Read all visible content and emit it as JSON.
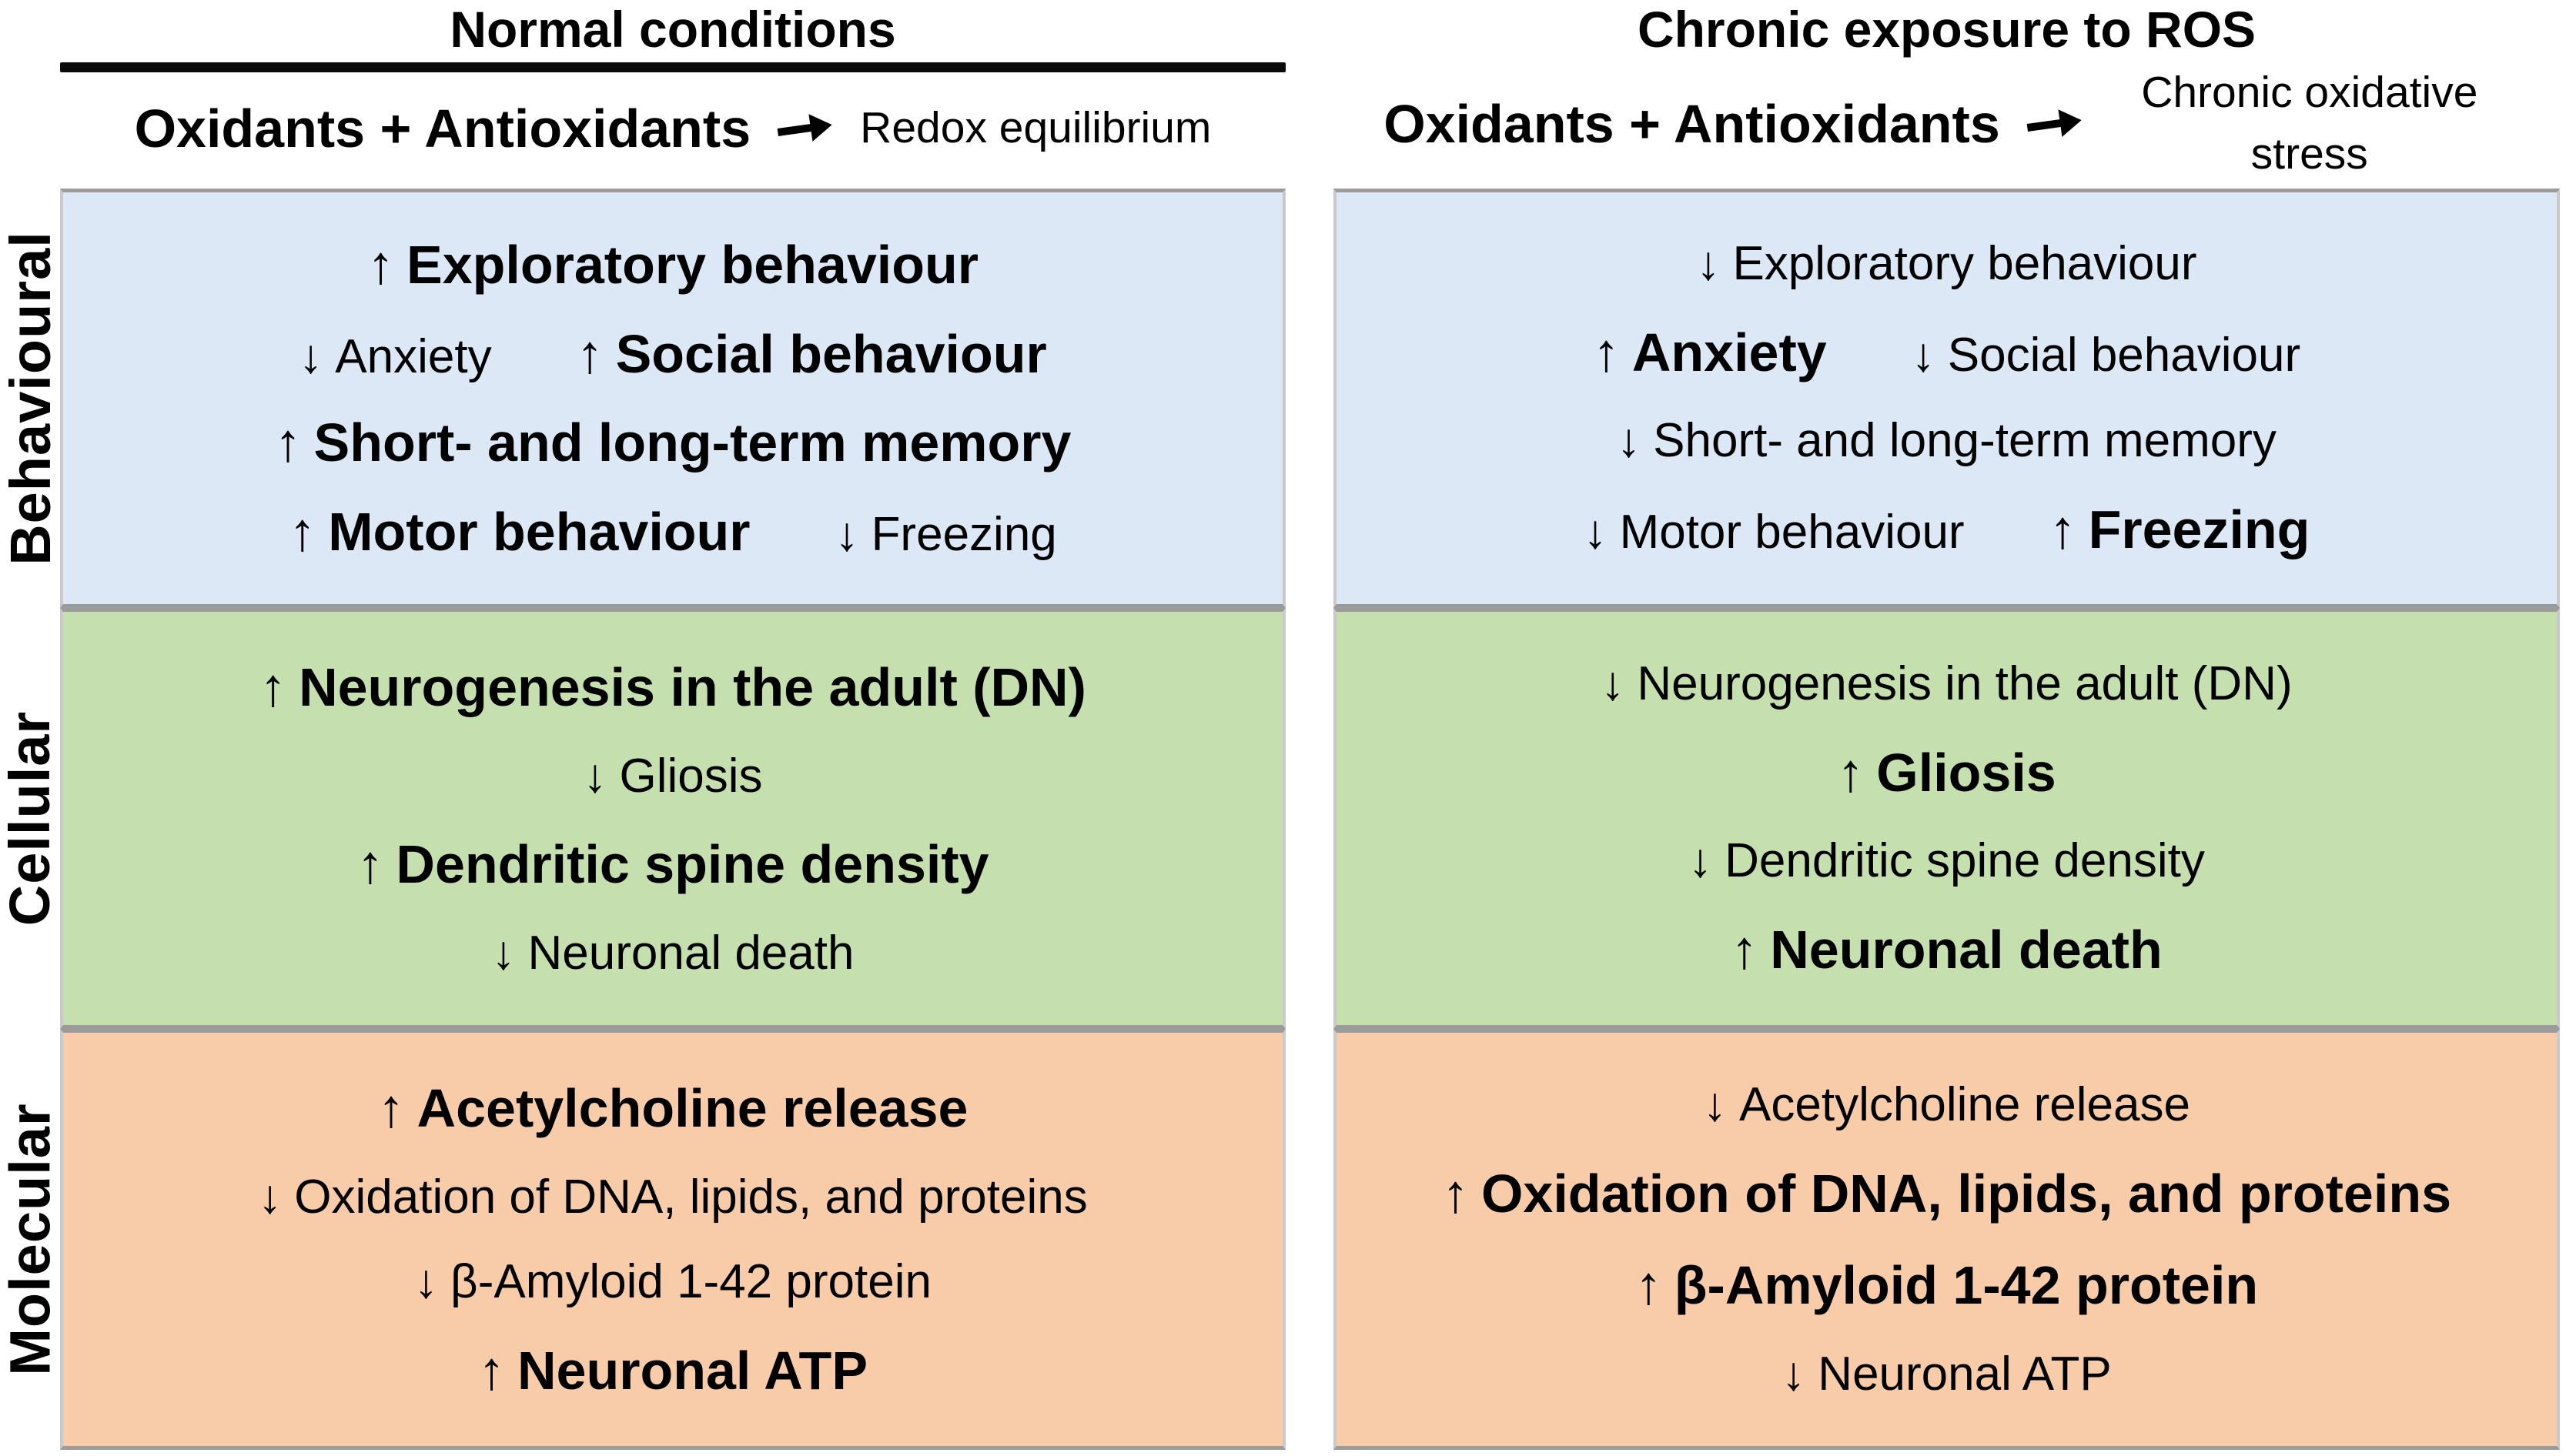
{
  "colors": {
    "behavioural_bg": "#dce8f5",
    "cellular_bg": "#c6dfae",
    "molecular_bg": "#f8cca8",
    "section_border": "#9b9b9b",
    "title_rule": "#0a0a0a",
    "text": "#000000"
  },
  "side_labels": {
    "behavioural": "Behavioural",
    "cellular": "Cellular",
    "molecular": "Molecular"
  },
  "panels": [
    {
      "title": "Normal conditions",
      "equation": {
        "lhs": "Oxidants + Antioxidants",
        "arrow_icon": "right-arrow",
        "rhs": "Redox equilibrium"
      },
      "sections": [
        {
          "name": "behavioural",
          "rows": [
            {
              "items": [
                {
                  "arrow": "↑",
                  "weight": "bold",
                  "text": "Exploratory behaviour"
                }
              ]
            },
            {
              "items": [
                {
                  "arrow": "↓",
                  "weight": "normal",
                  "text": "Anxiety"
                },
                {
                  "arrow": "↑",
                  "weight": "bold",
                  "text": "Social behaviour"
                }
              ]
            },
            {
              "items": [
                {
                  "arrow": "↑",
                  "weight": "bold",
                  "text": "Short- and long-term memory"
                }
              ]
            },
            {
              "items": [
                {
                  "arrow": "↑",
                  "weight": "bold",
                  "text": "Motor behaviour"
                },
                {
                  "arrow": "↓",
                  "weight": "normal",
                  "text": "Freezing"
                }
              ]
            }
          ]
        },
        {
          "name": "cellular",
          "rows": [
            {
              "items": [
                {
                  "arrow": "↑",
                  "weight": "bold",
                  "text": "Neurogenesis in the adult (DN)"
                }
              ]
            },
            {
              "items": [
                {
                  "arrow": "↓",
                  "weight": "normal",
                  "text": "Gliosis"
                }
              ]
            },
            {
              "items": [
                {
                  "arrow": "↑",
                  "weight": "bold",
                  "text": "Dendritic spine density"
                }
              ]
            },
            {
              "items": [
                {
                  "arrow": "↓",
                  "weight": "normal",
                  "text": "Neuronal death"
                }
              ]
            }
          ]
        },
        {
          "name": "molecular",
          "rows": [
            {
              "items": [
                {
                  "arrow": "↑",
                  "weight": "bold",
                  "text": "Acetylcholine release"
                }
              ]
            },
            {
              "items": [
                {
                  "arrow": "↓",
                  "weight": "normal",
                  "text": "Oxidation of DNA, lipids, and proteins"
                }
              ]
            },
            {
              "items": [
                {
                  "arrow": "↓",
                  "weight": "normal",
                  "text": "β-Amyloid 1-42 protein"
                }
              ]
            },
            {
              "items": [
                {
                  "arrow": "↑",
                  "weight": "bold",
                  "text": "Neuronal ATP"
                }
              ]
            }
          ]
        }
      ]
    },
    {
      "title": "Chronic exposure to ROS",
      "equation": {
        "lhs": "Oxidants + Antioxidants",
        "arrow_icon": "right-arrow",
        "rhs": "Chronic oxidative stress"
      },
      "sections": [
        {
          "name": "behavioural",
          "rows": [
            {
              "items": [
                {
                  "arrow": "↓",
                  "weight": "normal",
                  "text": "Exploratory behaviour"
                }
              ]
            },
            {
              "items": [
                {
                  "arrow": "↑",
                  "weight": "bold",
                  "text": "Anxiety"
                },
                {
                  "arrow": "↓",
                  "weight": "normal",
                  "text": "Social behaviour"
                }
              ]
            },
            {
              "items": [
                {
                  "arrow": "↓",
                  "weight": "normal",
                  "text": "Short- and long-term memory"
                }
              ]
            },
            {
              "items": [
                {
                  "arrow": "↓",
                  "weight": "normal",
                  "text": "Motor behaviour"
                },
                {
                  "arrow": "↑",
                  "weight": "bold",
                  "text": "Freezing"
                }
              ]
            }
          ]
        },
        {
          "name": "cellular",
          "rows": [
            {
              "items": [
                {
                  "arrow": "↓",
                  "weight": "normal",
                  "text": "Neurogenesis in the adult (DN)"
                }
              ]
            },
            {
              "items": [
                {
                  "arrow": "↑",
                  "weight": "bold",
                  "text": "Gliosis"
                }
              ]
            },
            {
              "items": [
                {
                  "arrow": "↓",
                  "weight": "normal",
                  "text": "Dendritic spine density"
                }
              ]
            },
            {
              "items": [
                {
                  "arrow": "↑",
                  "weight": "bold",
                  "text": "Neuronal death"
                }
              ]
            }
          ]
        },
        {
          "name": "molecular",
          "rows": [
            {
              "items": [
                {
                  "arrow": "↓",
                  "weight": "normal",
                  "text": "Acetylcholine release"
                }
              ]
            },
            {
              "items": [
                {
                  "arrow": "↑",
                  "weight": "bold",
                  "text": "Oxidation of DNA, lipids, and proteins"
                }
              ]
            },
            {
              "items": [
                {
                  "arrow": "↑",
                  "weight": "bold",
                  "text": "β-Amyloid 1-42 protein"
                }
              ]
            },
            {
              "items": [
                {
                  "arrow": "↓",
                  "weight": "normal",
                  "text": "Neuronal ATP"
                }
              ]
            }
          ]
        }
      ]
    }
  ]
}
